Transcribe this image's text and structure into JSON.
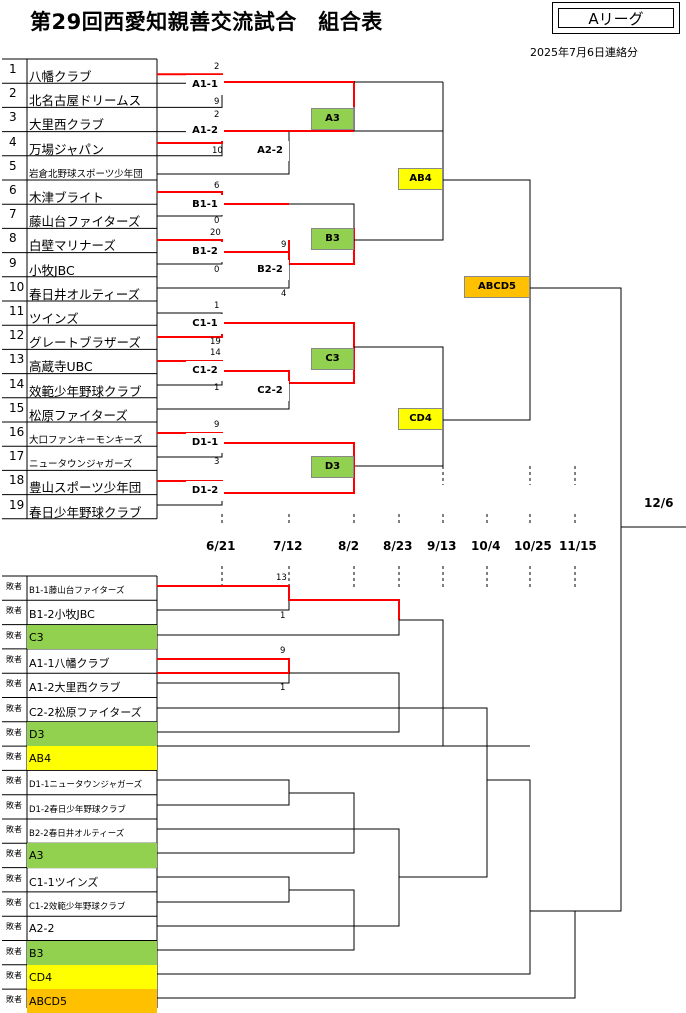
{
  "title": "第29回西愛知親善交流試合　組合表",
  "league": "Aリーグ",
  "updated": "2025年7月6日連絡分",
  "teams": [
    {
      "num": "1",
      "name": "八幡クラブ"
    },
    {
      "num": "2",
      "name": "北名古屋ドリームス"
    },
    {
      "num": "3",
      "name": "大里西クラブ"
    },
    {
      "num": "4",
      "name": "万場ジャパン"
    },
    {
      "num": "5",
      "name": "岩倉北野球スポーツ少年団"
    },
    {
      "num": "6",
      "name": "木津ブライト"
    },
    {
      "num": "7",
      "name": "藤山台ファイターズ"
    },
    {
      "num": "8",
      "name": "白壁マリナーズ"
    },
    {
      "num": "9",
      "name": "小牧JBC"
    },
    {
      "num": "10",
      "name": "春日井オルティーズ"
    },
    {
      "num": "11",
      "name": "ツインズ"
    },
    {
      "num": "12",
      "name": "グレートブラザーズ"
    },
    {
      "num": "13",
      "name": "高蔵寺UBC"
    },
    {
      "num": "14",
      "name": "效範少年野球クラブ"
    },
    {
      "num": "15",
      "name": "松原ファイターズ"
    },
    {
      "num": "16",
      "name": "大口ファンキーモンキーズ"
    },
    {
      "num": "17",
      "name": "ニュータウンジャガーズ"
    },
    {
      "num": "18",
      "name": "豊山スポーツ少年団"
    },
    {
      "num": "19",
      "name": "春日少年野球クラブ"
    }
  ],
  "matches": [
    "A1-1",
    "A1-2",
    "A2-2",
    "B1-1",
    "B1-2",
    "B2-2",
    "C1-1",
    "C1-2",
    "C2-2",
    "D1-1",
    "D1-2"
  ],
  "rounds": [
    "A3",
    "B3",
    "C3",
    "D3",
    "AB4",
    "CD4",
    "ABCD5"
  ],
  "scores": [
    "2",
    "9",
    "2",
    "10",
    "6",
    "0",
    "20",
    "0",
    "9",
    "4",
    "1",
    "19",
    "14",
    "1",
    "9",
    "3"
  ],
  "dates": [
    "6/21",
    "7/12",
    "8/2",
    "8/23",
    "9/13",
    "10/4",
    "10/25",
    "11/15",
    "12/6"
  ],
  "umpire_label": "敗者",
  "lower_entries": [
    "B1-1藤山台ファイターズ",
    "B1-2小牧JBC",
    "C3",
    "A1-1八幡クラブ",
    "A1-2大里西クラブ",
    "C2-2松原ファイターズ",
    "D3",
    "AB4",
    "D1-1ニュータウンジャガーズ",
    "D1-2春日少年野球クラブ",
    "B2-2春日井オルティーズ",
    "A3",
    "C1-1ツインズ",
    "C1-2效範少年野球クラブ",
    "A2-2",
    "B3",
    "CD4",
    "ABCD5"
  ],
  "lower_scores": [
    "13",
    "1",
    "9",
    "1"
  ],
  "colors": {
    "green": "#92D050",
    "yellow": "#FFFF00",
    "orange": "#FFC000",
    "win": "#FF0000"
  }
}
